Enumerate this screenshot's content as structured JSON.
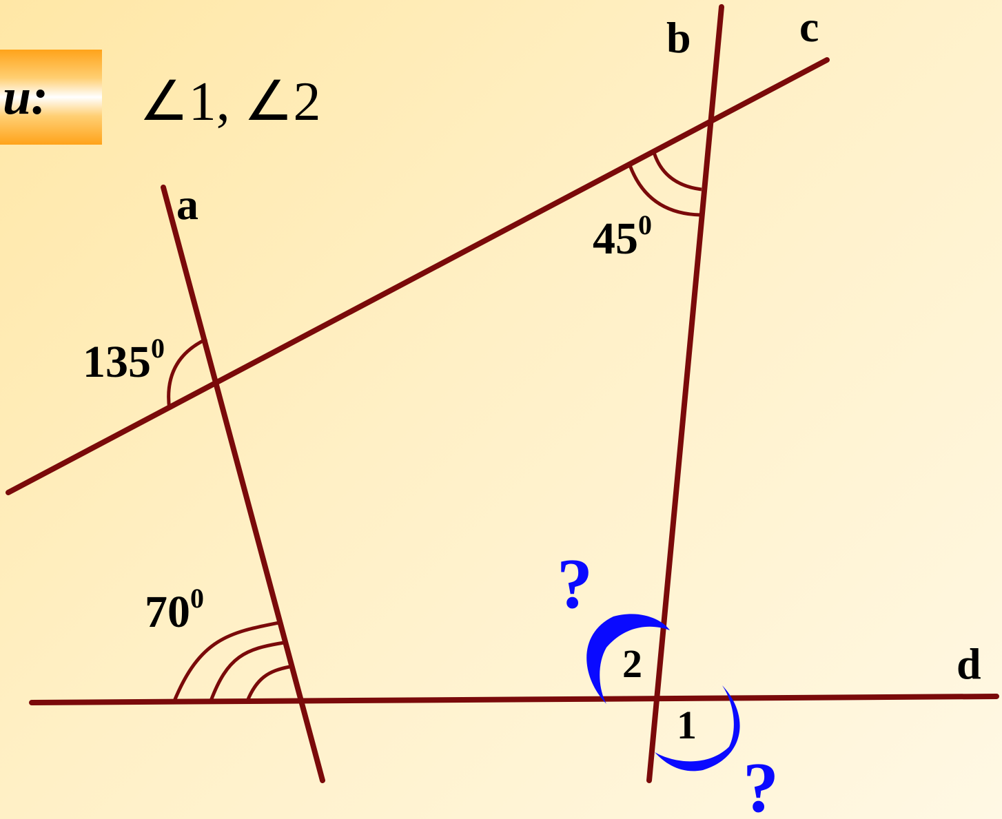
{
  "header": {
    "prefix": "и:",
    "find": "∠1, ∠2"
  },
  "lines": {
    "a": "a",
    "b": "b",
    "c": "c",
    "d": "d"
  },
  "angles": {
    "angle_135": {
      "value": "135",
      "sup": "0"
    },
    "angle_45": {
      "value": "45",
      "sup": "0"
    },
    "angle_70": {
      "value": "70",
      "sup": "0"
    },
    "angle_1": "1",
    "angle_2": "2",
    "unknown_1": "?",
    "unknown_2": "?"
  },
  "colors": {
    "line": "#7a0a0a",
    "unknown": "#0a0aff",
    "badge": "#ffa31a"
  }
}
